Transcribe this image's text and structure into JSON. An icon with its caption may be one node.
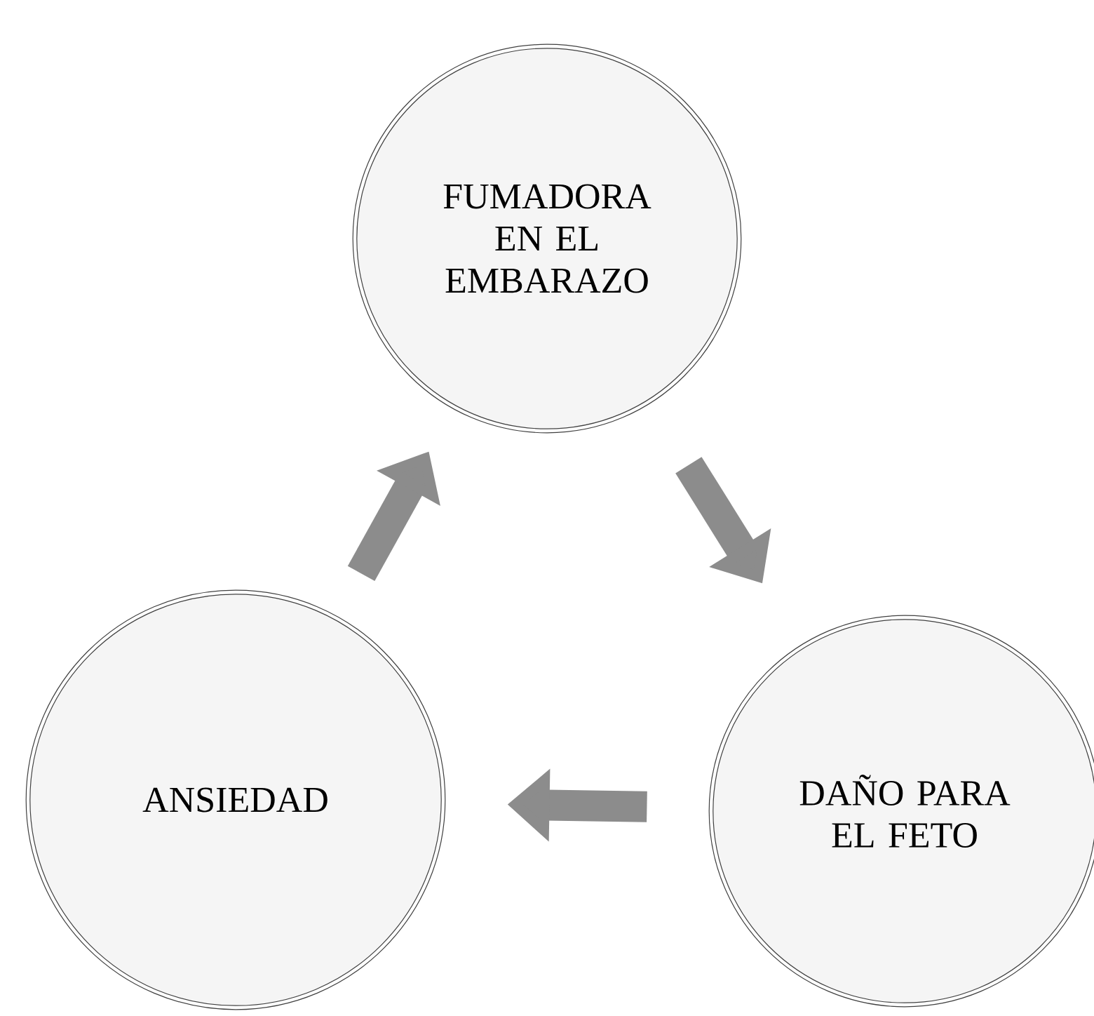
{
  "diagram": {
    "nodes": [
      {
        "text": [
          "FUMADORA EN EL EMBARAZO"
        ]
      },
      {
        "text": [
          "DAÑO PARA EL FETO"
        ]
      },
      {
        "text": [
          "ANSIEDAD"
        ]
      }
    ],
    "edges": [
      {
        "from": 0,
        "to": 1,
        "arrow": "to"
      },
      {
        "from": 1,
        "to": 2,
        "arrow": "to"
      },
      {
        "from": 2,
        "to": 0,
        "arrow": "to"
      }
    ]
  }
}
